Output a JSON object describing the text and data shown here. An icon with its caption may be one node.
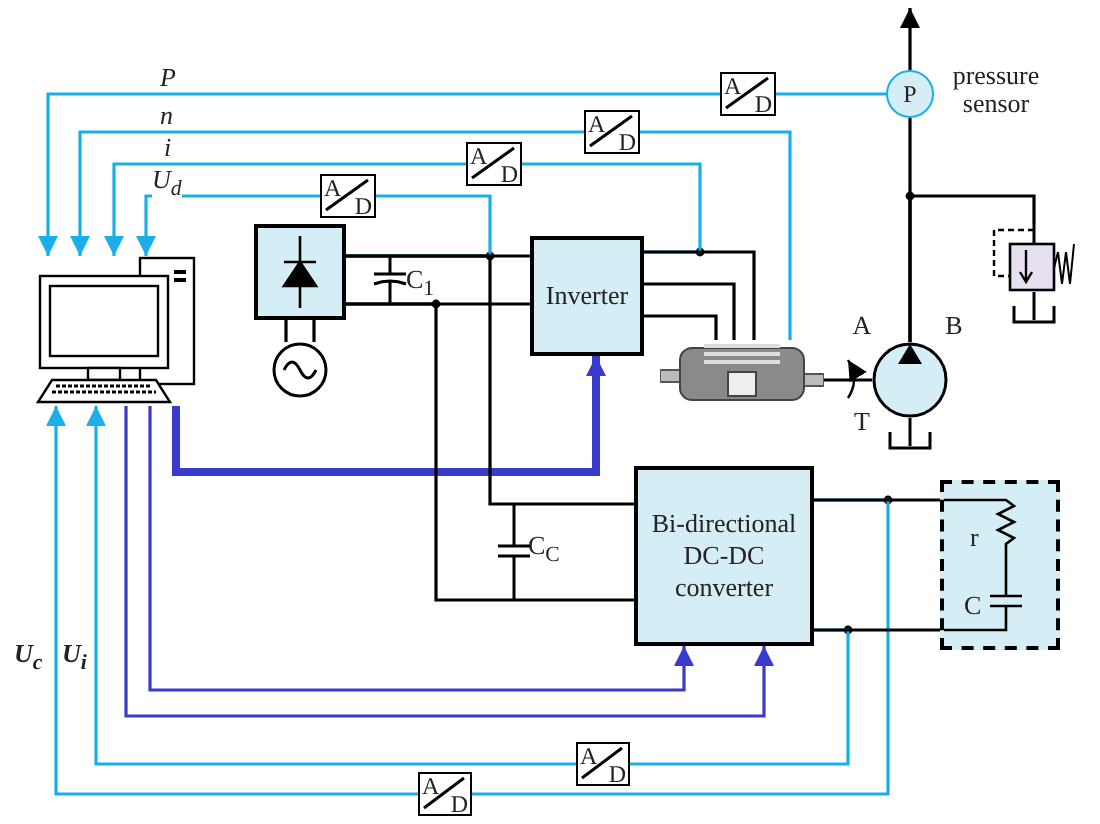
{
  "diagram": {
    "nodes": [
      {
        "text": [],
        "shape": "computer"
      },
      {
        "text": [
          "P"
        ],
        "beside": [
          "pressure sensor"
        ]
      },
      {
        "text": [
          "A",
          "D"
        ]
      },
      {
        "text": [
          "A",
          "D"
        ]
      },
      {
        "text": [
          "A",
          "D"
        ]
      },
      {
        "text": [
          "A",
          "D"
        ]
      },
      {
        "text": [],
        "shape": "box"
      },
      {
        "text": [],
        "shape": "circle"
      },
      {
        "text": [
          "Inverter"
        ]
      },
      {
        "text": [],
        "shape": "motor"
      },
      {
        "text": [],
        "shape": "circle",
        "beside": [
          "A",
          "B",
          "T"
        ]
      },
      {
        "text": [],
        "shape": "valve"
      },
      {
        "text": [
          "Bi-directional DC-DC converter"
        ]
      },
      {
        "text": [
          "r",
          "C"
        ]
      },
      {
        "text": [
          "A",
          "D"
        ]
      },
      {
        "text": [
          "A",
          "D"
        ]
      }
    ],
    "edges": [
      {
        "from": 1,
        "to": 2,
        "arrow": "none",
        "color": "#1aaeea"
      },
      {
        "from": 2,
        "to": 0,
        "arrow": "to",
        "label": "P",
        "color": "#1aaeea"
      },
      {
        "from": 9,
        "to": 3,
        "arrow": "none",
        "color": "#1aaeea"
      },
      {
        "from": 3,
        "to": 0,
        "arrow": "to",
        "label": "n",
        "color": "#1aaeea"
      },
      {
        "from": 8,
        "to": 4,
        "arrow": "none",
        "color": "#1aaeea"
      },
      {
        "from": 4,
        "to": 0,
        "arrow": "to",
        "label": "i",
        "color": "#1aaeea"
      },
      {
        "from": 6,
        "to": 5,
        "arrow": "none",
        "color": "#1aaeea"
      },
      {
        "from": 5,
        "to": 0,
        "arrow": "to",
        "label": "U$_{d}$",
        "color": "#1aaeea"
      },
      {
        "from": 0,
        "to": 8,
        "arrow": "to",
        "style": "thick",
        "color": "#3a3acc"
      },
      {
        "from": 0,
        "to": 12,
        "arrow": "to",
        "color": "#3a3acc"
      },
      {
        "from": 0,
        "to": 12,
        "arrow": "to",
        "color": "#3a3acc"
      },
      {
        "from": 12,
        "to": 14,
        "arrow": "none",
        "color": "#1aaeea"
      },
      {
        "from": 14,
        "to": 0,
        "arrow": "to",
        "label": "U$_{i}$",
        "color": "#1aaeea"
      },
      {
        "from": 12,
        "to": 15,
        "arrow": "none",
        "color": "#1aaeea"
      },
      {
        "from": 15,
        "to": 0,
        "arrow": "to",
        "label": "U$_{c}$",
        "color": "#1aaeea"
      },
      {
        "from": 7,
        "to": 6,
        "arrow": "none"
      },
      {
        "from": 7,
        "to": 6,
        "arrow": "none"
      },
      {
        "from": 6,
        "to": 8,
        "arrow": "none"
      },
      {
        "from": 6,
        "to": 8,
        "arrow": "none"
      },
      {
        "from": 8,
        "to": 9,
        "arrow": "none"
      },
      {
        "from": 8,
        "to": 9,
        "arrow": "none"
      },
      {
        "from": 8,
        "to": 9,
        "arrow": "none"
      },
      {
        "from": 9,
        "to": 10,
        "arrow": "none"
      },
      {
        "from": 10,
        "to": 1,
        "arrow": "none"
      },
      {
        "from": 1,
        "to": null,
        "arrow": "to"
      },
      {
        "from": 10,
        "to": 11,
        "arrow": "none"
      },
      {
        "from": 6,
        "to": 12,
        "arrow": "none"
      },
      {
        "from": 6,
        "to": 12,
        "arrow": "none"
      },
      {
        "from": 12,
        "to": 13,
        "arrow": "none"
      },
      {
        "from": 12,
        "to": 13,
        "arrow": "none"
      }
    ],
    "labels": [
      "C$_{1}$",
      "C$_{C}$"
    ]
  }
}
